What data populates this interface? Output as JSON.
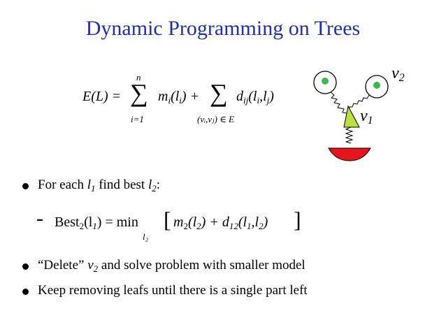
{
  "title": "Dynamic Programming on Trees",
  "equation": {
    "lhs": "E(L) =",
    "sum1_upper": "n",
    "sum1_lower": "i=1",
    "term1": "m",
    "term1_sub": "i",
    "term1_arg": "(l",
    "term1_arg_sub": "i",
    "term1_close": ") +",
    "sum2_lower": "(vᵢ,vⱼ) ∈ E",
    "term2": "d",
    "term2_sub": "ij",
    "term2_arg": "(l",
    "term2_arg_sub1": "i",
    "term2_mid": ",l",
    "term2_arg_sub2": "j",
    "term2_close": ")"
  },
  "bullets": [
    {
      "text_before": "For each ",
      "var": "l",
      "var_sub": "1",
      "text_after": " find best ",
      "var2": "l",
      "var2_sub": "2",
      "tail": ":"
    },
    {
      "text_before": "“Delete” ",
      "var": "v",
      "var_sub": "2",
      "text_after": " and solve problem with smaller model"
    },
    {
      "text": "Keep removing leafs until there is a single part left"
    }
  ],
  "dash_line": {
    "best": "Best",
    "best_sub": "2",
    "arg": "(l",
    "arg_sub": "1",
    "eq": ") = min",
    "min_sub": "l₂",
    "m": "m",
    "m_sub": "2",
    "m_arg": "(l",
    "m_arg_sub": "2",
    "plus": ") + d",
    "d_sub": "12",
    "d_arg": "(l",
    "d_arg_sub1": "1",
    "d_mid": ",l",
    "d_arg_sub2": "2",
    "d_close": ")"
  },
  "diagram": {
    "v1_label": "v",
    "v1_sub": "1",
    "v2_label": "v",
    "v2_sub": "2",
    "colors": {
      "green": "#3bb94a",
      "triangle_fill": "#b8e23a",
      "red": "#e8141c",
      "accent_title": "#1f2fa8"
    }
  }
}
